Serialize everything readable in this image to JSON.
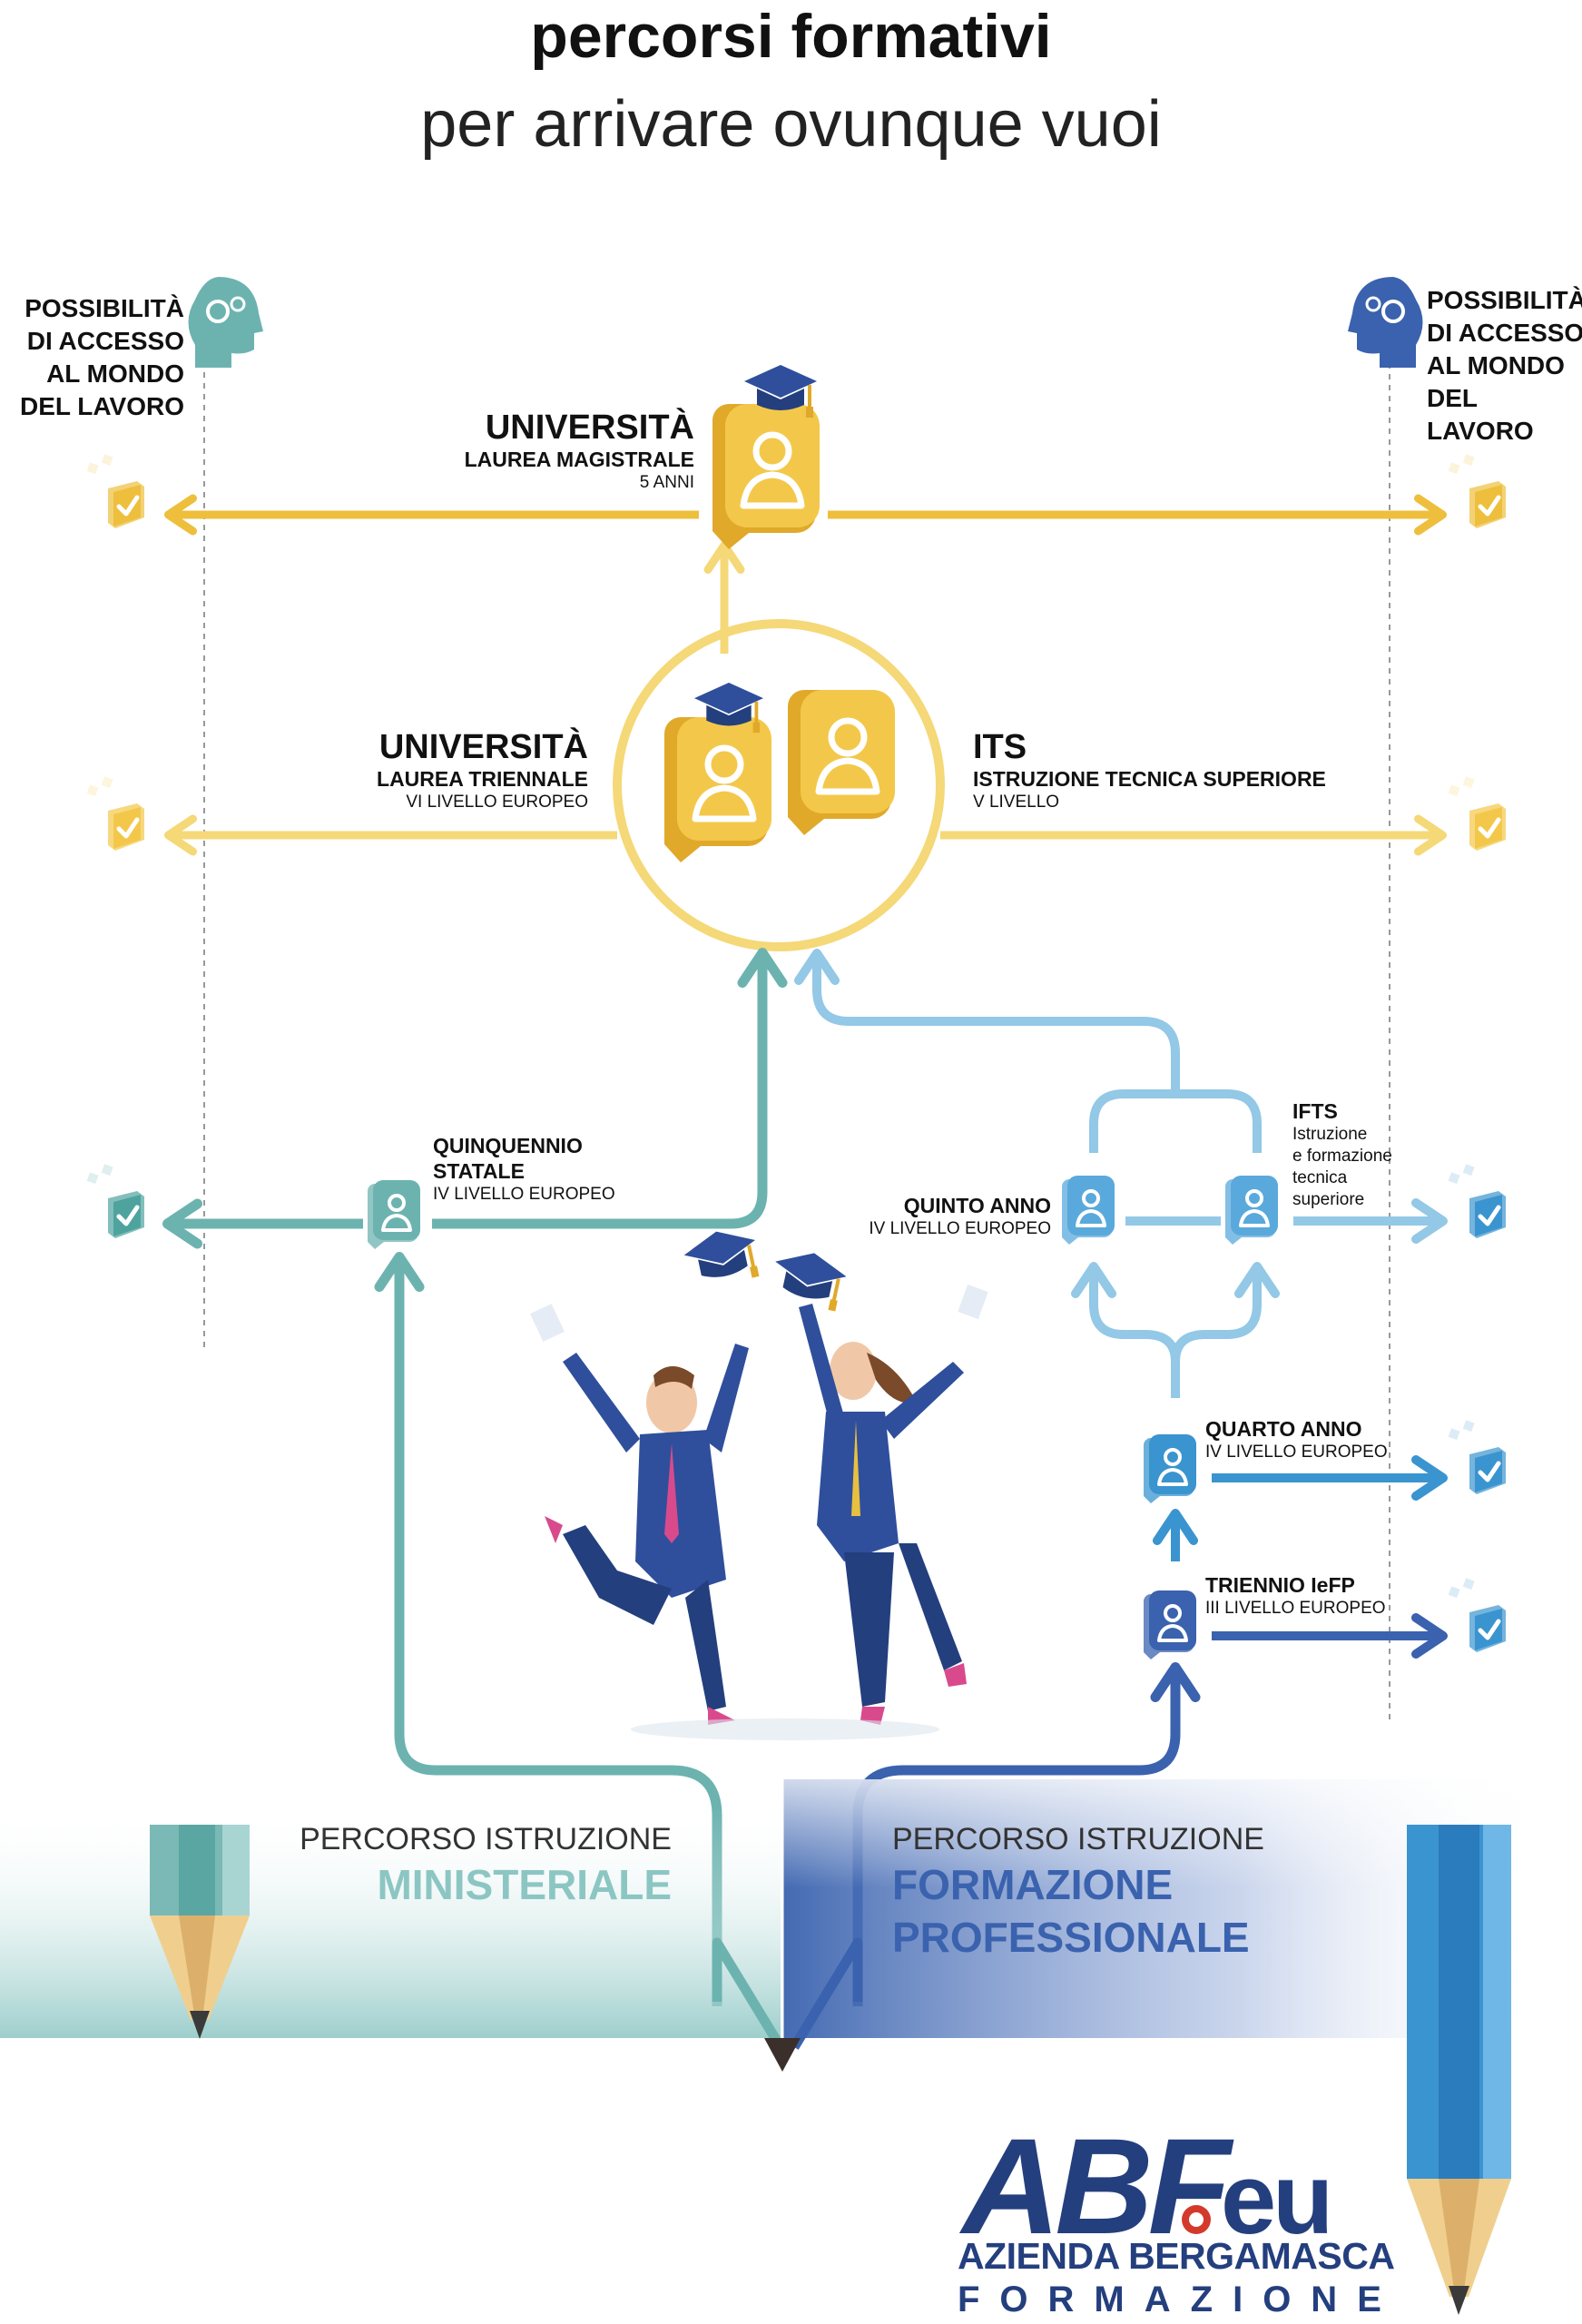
{
  "header": {
    "title": "percorsi formativi",
    "subtitle": "per arrivare ovunque vuoi"
  },
  "work_access": {
    "left": [
      "POSSIBILITÀ",
      "DI ACCESSO",
      "AL MONDO",
      "DEL LAVORO"
    ],
    "right": [
      "POSSIBILITÀ",
      "DI ACCESSO",
      "AL MONDO",
      "DEL LAVORO"
    ]
  },
  "nodes": {
    "laurea_magistrale": {
      "title": "UNIVERSITÀ",
      "subtitle": "LAUREA MAGISTRALE",
      "detail": "5 ANNI"
    },
    "laurea_triennale": {
      "title": "UNIVERSITÀ",
      "subtitle": "LAUREA TRIENNALE",
      "detail": "VI LIVELLO EUROPEO"
    },
    "its": {
      "title": "ITS",
      "subtitle": "ISTRUZIONE TECNICA SUPERIORE",
      "detail": "V LIVELLO"
    },
    "quinquennio": {
      "title_1": "QUINQUENNIO",
      "title_2": "STATALE",
      "detail": "IV LIVELLO EUROPEO"
    },
    "quinto_anno": {
      "title": "QUINTO ANNO",
      "detail": "IV LIVELLO EUROPEO"
    },
    "ifts": {
      "title": "IFTS",
      "lines": [
        "Istruzione",
        "e formazione",
        "tecnica",
        "superiore"
      ]
    },
    "quarto_anno": {
      "title": "QUARTO ANNO",
      "detail": "IV LIVELLO EUROPEO"
    },
    "triennio": {
      "title": "TRIENNIO IeFP",
      "detail": "III LIVELLO EUROPEO"
    }
  },
  "paths": {
    "ministeriale": {
      "heading": "PERCORSO ISTRUZIONE",
      "name": "MINISTERIALE"
    },
    "professionale": {
      "heading": "PERCORSO ISTRUZIONE",
      "name_1": "FORMAZIONE",
      "name_2": "PROFESSIONALE"
    }
  },
  "logo": {
    "mark": "ABF.eu",
    "line1": "AZIENDA BERGAMASCA",
    "line2": "FORMAZIONE"
  },
  "colors": {
    "gold": "#eebf3c",
    "gold_light": "#f5d877",
    "teal": "#6cb3b0",
    "light_blue": "#93c8e6",
    "mid_blue": "#3a94cf",
    "dark_blue": "#3a62ae",
    "navy": "#24407e"
  },
  "icons": [
    "gear-head-icon",
    "graduation-cap-icon",
    "person-card-icon",
    "check-badge-icon",
    "pencil-icon",
    "graduates-illustration"
  ]
}
